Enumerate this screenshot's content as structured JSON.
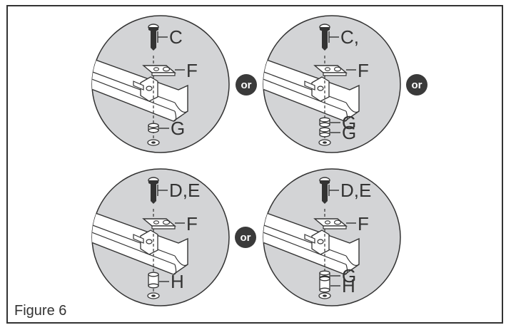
{
  "figure": {
    "caption": "Figure 6",
    "separator": "or",
    "panels": [
      {
        "screw": "C",
        "plate": "F",
        "spacers": [
          "G"
        ]
      },
      {
        "screw": "C,",
        "plate": "F",
        "spacers": [
          "G",
          "G"
        ]
      },
      {
        "screw": "D,E",
        "plate": "F",
        "spacers": [
          "H"
        ]
      },
      {
        "screw": "D,E",
        "plate": "F",
        "spacers": [
          "G",
          "H"
        ]
      }
    ]
  },
  "colors": {
    "disc": "#d3d4d6",
    "ink": "#333333",
    "separator_badge": "#3a3a3a"
  }
}
